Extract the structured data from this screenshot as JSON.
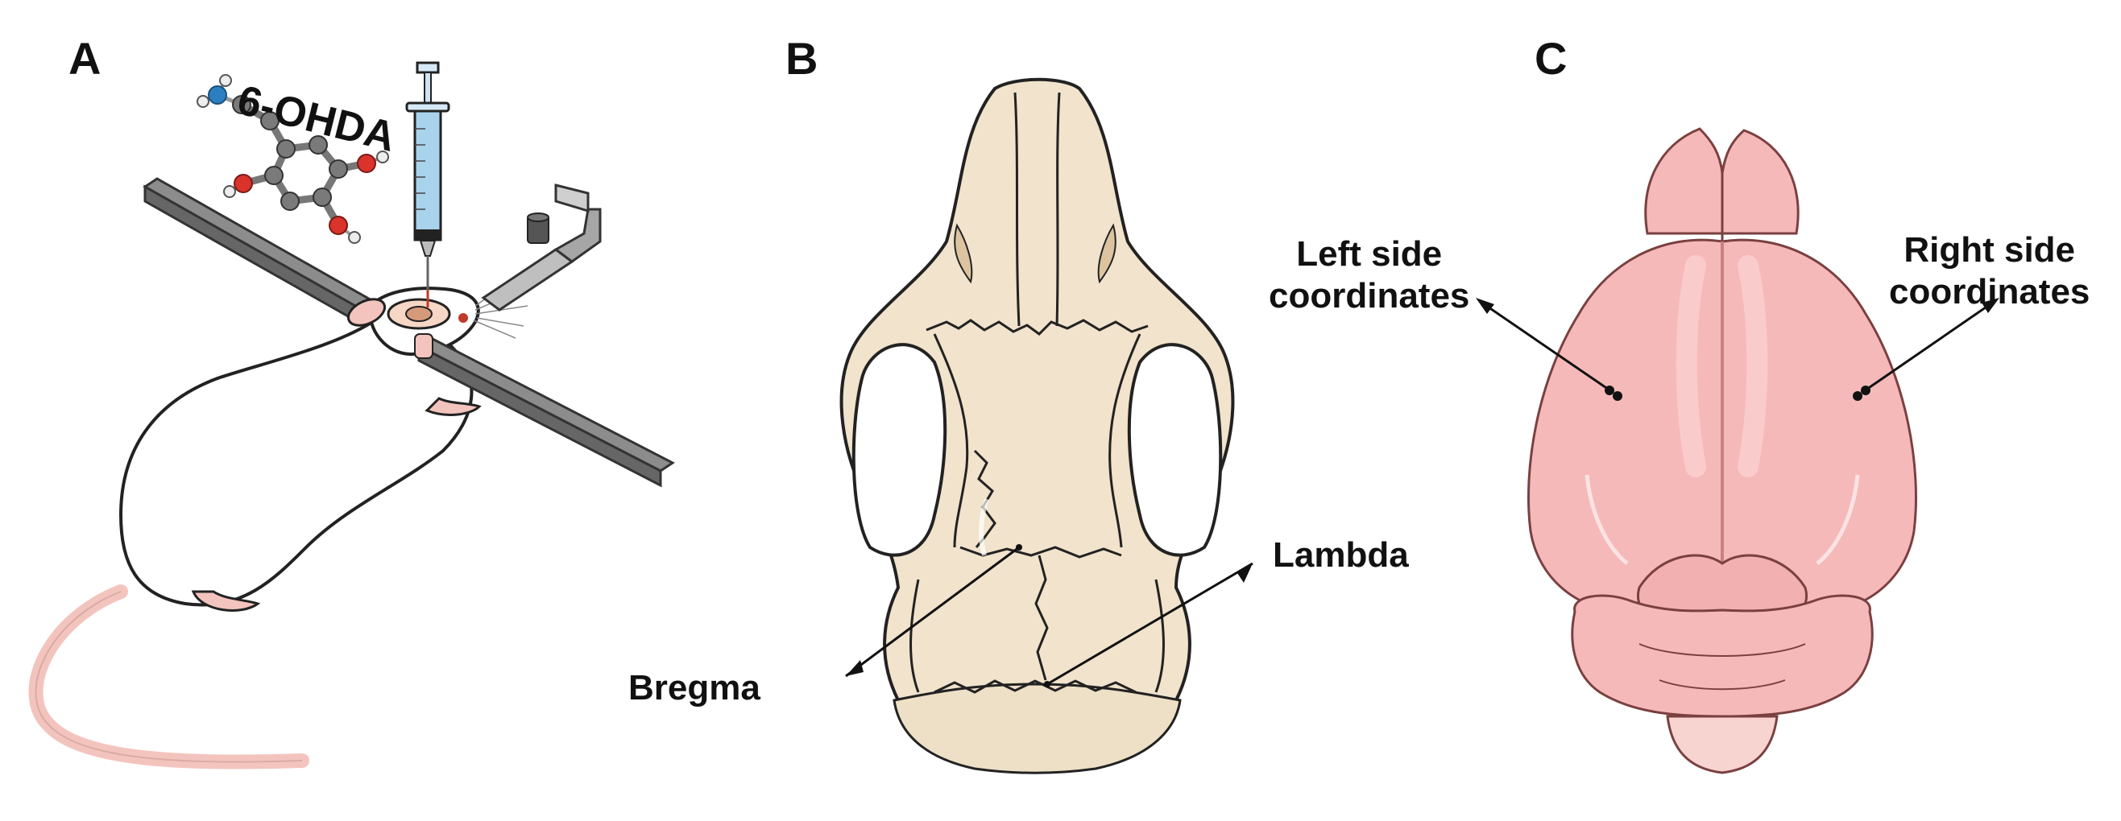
{
  "panels": {
    "a": {
      "letter": "A",
      "compound_label": "6-OHDA"
    },
    "b": {
      "letter": "B",
      "bregma_label": "Bregma",
      "lambda_label": "Lambda"
    },
    "c": {
      "letter": "C",
      "left_label_line1": "Left side",
      "left_label_line2": "coordinates",
      "right_label_line1": "Right side",
      "right_label_line2": "coordinates"
    }
  },
  "colors": {
    "skull_fill": "#f1e3cc",
    "skull_shadow": "#dcc4a0",
    "brain_fill": "#f6b9b9",
    "brain_light": "#fbcfcf",
    "rat_body": "#ffffff",
    "rat_pink": "#f3c4bd",
    "bar_gray": "#8c8c8c",
    "syringe_blue": "#a9d3ec",
    "oxygen_red": "#d9332c",
    "nitrogen_blue": "#2b7fc1",
    "carbon_gray": "#777777"
  }
}
